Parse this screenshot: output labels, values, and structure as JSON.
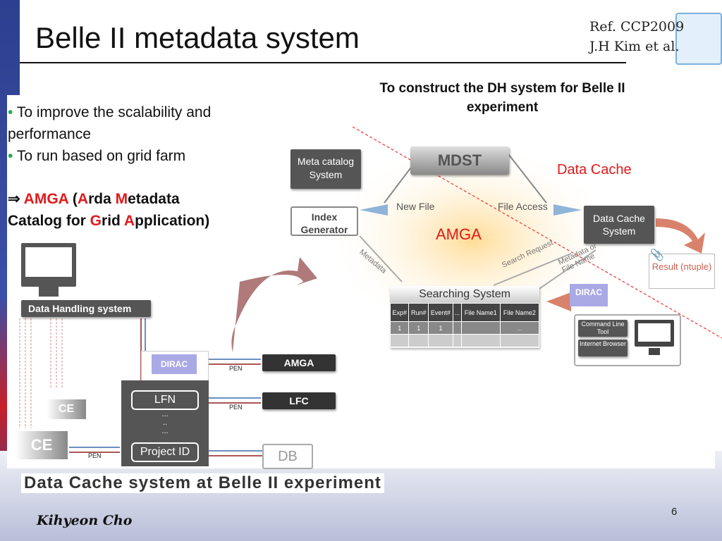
{
  "slide": {
    "title": "Belle II metadata system",
    "ref_line1": "Ref. CCP2009",
    "ref_line2": "J.H Kim et al.",
    "goal": "To construct the DH system for Belle II experiment",
    "bullet1": "To improve the scalability and performance",
    "bullet2": "To run based on grid farm",
    "amga_arrow": "⇒",
    "amga_name": "AMGA",
    "amga_paren_open": "(",
    "amga_A": "A",
    "amga_rda": "rda ",
    "amga_M": "M",
    "amga_etadata": "etadata",
    "amga_catalog": "Catalog for ",
    "amga_G": "G",
    "amga_rid": "rid ",
    "amga_A2": "A",
    "amga_pplication": "pplication)",
    "footer_title": "Data Cache system at Belle II experiment",
    "author": "Kihyeon Cho",
    "page_number": "6"
  },
  "diagram_right": {
    "meta_catalog": "Meta catalog System",
    "mdst": "MDST",
    "data_cache_label": "Data Cache",
    "index_generator": "Index Generator",
    "new_file": "New File",
    "file_access": "File Access",
    "data_cache_system": "Data Cache System",
    "amga_label": "AMGA",
    "metadata": "Metadata",
    "search_request": "Search Request",
    "metadata_or_filename": "Metadata or File Name",
    "result": "Result (ntuple)",
    "dirac": "DIRAC",
    "searching_system": "Searching System",
    "columns": [
      "Exp#",
      "Run#",
      "Event#",
      "...",
      "File Name1",
      "File Name2"
    ],
    "row1": [
      "1",
      "1",
      "1",
      "",
      "",
      "..."
    ],
    "command_line_tool": "Command Line Tool",
    "internet_browser": "Internet Browser"
  },
  "diagram_left": {
    "data_handling": "Data Handling system",
    "dirac": "DIRAC",
    "lfn": "LFN",
    "dots1": "...",
    "dots2": "..",
    "dots3": "...",
    "project_id": "Project ID",
    "amga": "AMGA",
    "lfc": "LFC",
    "db": "DB",
    "ce": "CE",
    "pen": "PEN"
  },
  "colors": {
    "accent_red": "#e01a1a",
    "bullet_green": "#2aa84a",
    "stripe_blue": "#2d3f8f",
    "dirac_lavender": "#a9a9e6"
  }
}
